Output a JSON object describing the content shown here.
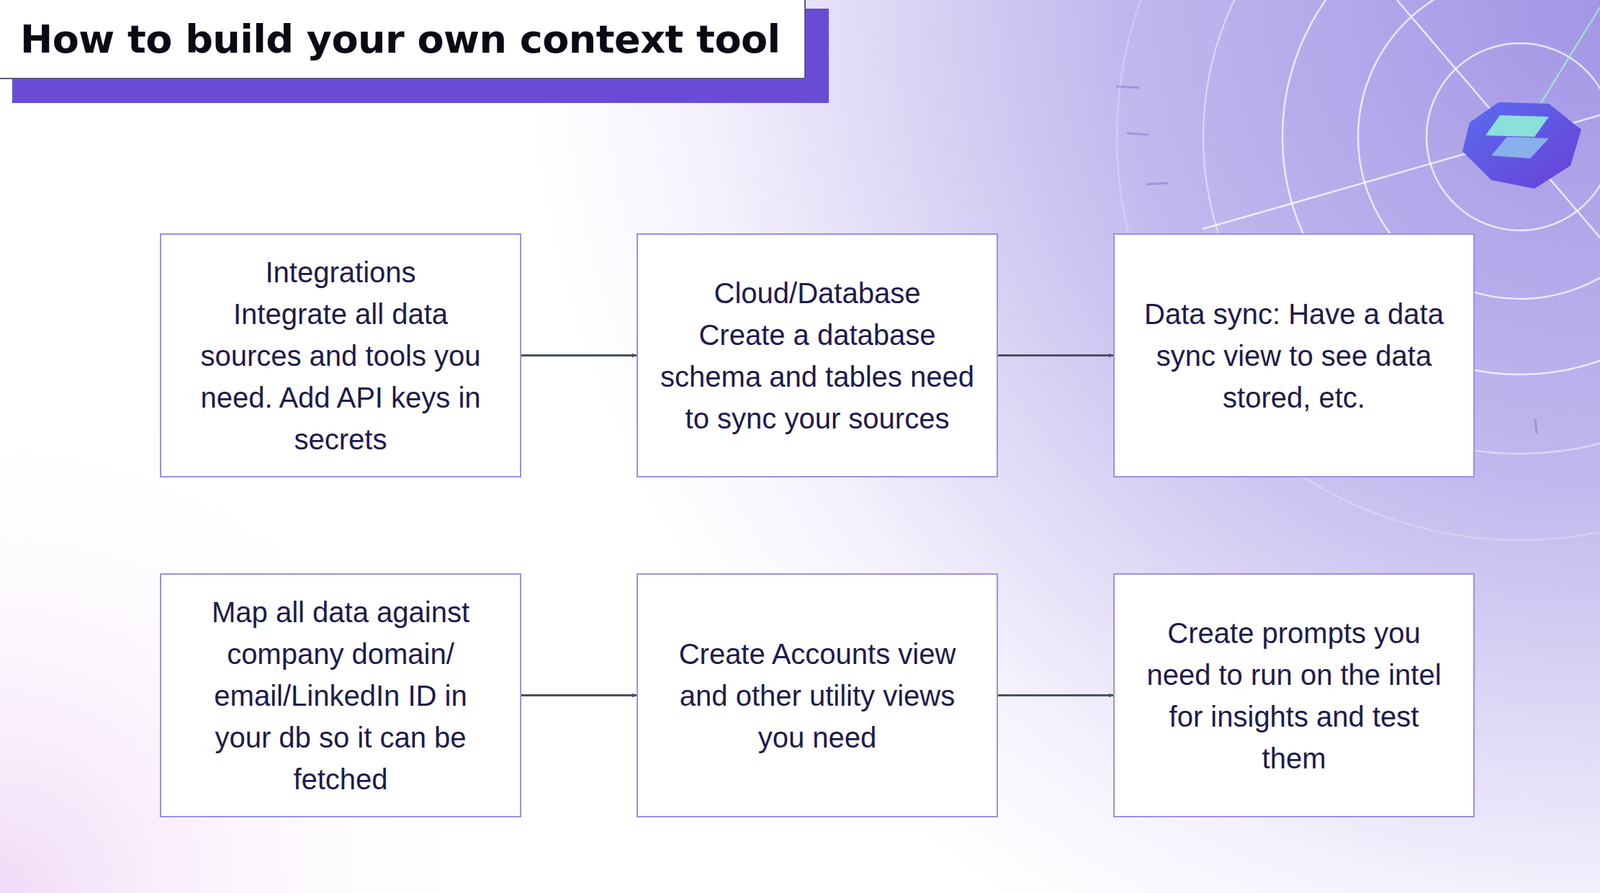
{
  "diagram": {
    "title": "How to build your own context tool",
    "nodes": [
      {
        "text": [
          "Integrations",
          "Integrate all data sources and tools you need. Add API keys in secrets"
        ]
      },
      {
        "text": [
          "Cloud/Database",
          "Create a database schema and tables need to sync your sources"
        ]
      },
      {
        "text": [
          "Data sync: Have a data sync view to see data stored, etc."
        ]
      },
      {
        "text": [
          "Map all data against company domain/ email/LinkedIn ID in your db so it can be fetched"
        ]
      },
      {
        "text": [
          "Create Accounts view and other utility views you need"
        ]
      },
      {
        "text": [
          "Create prompts you need to run on the intel for insights and test them"
        ]
      }
    ],
    "edges": [
      {
        "from": 0,
        "to": 1,
        "arrow": "to"
      },
      {
        "from": 1,
        "to": 2,
        "arrow": "to"
      },
      {
        "from": 3,
        "to": 4,
        "arrow": "to"
      },
      {
        "from": 4,
        "to": 5,
        "arrow": "to"
      }
    ]
  }
}
